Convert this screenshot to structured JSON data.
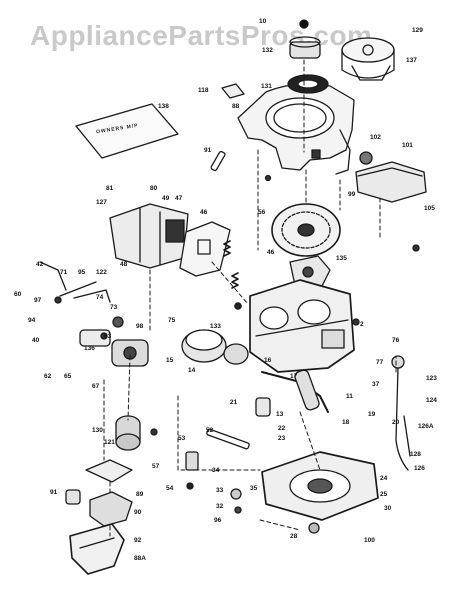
{
  "watermark": "AppliancePartsPros.com",
  "manual_card_text": "OWNERS M/P",
  "part_numbers": [
    {
      "id": "p10",
      "text": "10"
    },
    {
      "id": "p129",
      "text": "129"
    },
    {
      "id": "p132",
      "text": "132"
    },
    {
      "id": "p137",
      "text": "137"
    },
    {
      "id": "p118",
      "text": "118"
    },
    {
      "id": "p131",
      "text": "131"
    },
    {
      "id": "p138",
      "text": "138"
    },
    {
      "id": "p88",
      "text": "88"
    },
    {
      "id": "p102",
      "text": "102"
    },
    {
      "id": "p101",
      "text": "101"
    },
    {
      "id": "p91",
      "text": "91"
    },
    {
      "id": "p99",
      "text": "99"
    },
    {
      "id": "p105",
      "text": "105"
    },
    {
      "id": "p81",
      "text": "81"
    },
    {
      "id": "p80",
      "text": "80"
    },
    {
      "id": "p49",
      "text": "49"
    },
    {
      "id": "p47",
      "text": "47"
    },
    {
      "id": "p127",
      "text": "127"
    },
    {
      "id": "p46a",
      "text": "46"
    },
    {
      "id": "p56",
      "text": "56"
    },
    {
      "id": "p135",
      "text": "135"
    },
    {
      "id": "p46b",
      "text": "46"
    },
    {
      "id": "p42",
      "text": "42"
    },
    {
      "id": "p71",
      "text": "71"
    },
    {
      "id": "p95",
      "text": "95"
    },
    {
      "id": "p122",
      "text": "122"
    },
    {
      "id": "p48",
      "text": "48"
    },
    {
      "id": "p60",
      "text": "60"
    },
    {
      "id": "p74",
      "text": "74"
    },
    {
      "id": "p97",
      "text": "97"
    },
    {
      "id": "p73",
      "text": "73"
    },
    {
      "id": "p94",
      "text": "94"
    },
    {
      "id": "p40",
      "text": "40"
    },
    {
      "id": "p98",
      "text": "98"
    },
    {
      "id": "p75",
      "text": "75"
    },
    {
      "id": "p133",
      "text": "133"
    },
    {
      "id": "p2",
      "text": "2"
    },
    {
      "id": "p76",
      "text": "76"
    },
    {
      "id": "p63",
      "text": "63"
    },
    {
      "id": "p136",
      "text": "136"
    },
    {
      "id": "p62",
      "text": "62"
    },
    {
      "id": "p65",
      "text": "65"
    },
    {
      "id": "p67",
      "text": "67"
    },
    {
      "id": "p15",
      "text": "15"
    },
    {
      "id": "p14",
      "text": "14"
    },
    {
      "id": "p16",
      "text": "16"
    },
    {
      "id": "p17",
      "text": "17"
    },
    {
      "id": "p37",
      "text": "37"
    },
    {
      "id": "p77",
      "text": "77"
    },
    {
      "id": "p123",
      "text": "123"
    },
    {
      "id": "p11",
      "text": "11"
    },
    {
      "id": "p13",
      "text": "13"
    },
    {
      "id": "p124",
      "text": "124"
    },
    {
      "id": "p21",
      "text": "21"
    },
    {
      "id": "p19",
      "text": "19"
    },
    {
      "id": "p18",
      "text": "18"
    },
    {
      "id": "p20",
      "text": "20"
    },
    {
      "id": "p126A",
      "text": "126A"
    },
    {
      "id": "p130",
      "text": "130"
    },
    {
      "id": "p121",
      "text": "121"
    },
    {
      "id": "p52",
      "text": "52"
    },
    {
      "id": "p53",
      "text": "53"
    },
    {
      "id": "p22",
      "text": "22"
    },
    {
      "id": "p23",
      "text": "23"
    },
    {
      "id": "p128",
      "text": "128"
    },
    {
      "id": "p57",
      "text": "57"
    },
    {
      "id": "p54",
      "text": "54"
    },
    {
      "id": "p34",
      "text": "34"
    },
    {
      "id": "p126",
      "text": "126"
    },
    {
      "id": "p89",
      "text": "89"
    },
    {
      "id": "p24",
      "text": "24"
    },
    {
      "id": "p25",
      "text": "25"
    },
    {
      "id": "p33",
      "text": "33"
    },
    {
      "id": "p35",
      "text": "35"
    },
    {
      "id": "p91b",
      "text": "91"
    },
    {
      "id": "p90",
      "text": "90"
    },
    {
      "id": "p32",
      "text": "32"
    },
    {
      "id": "p30",
      "text": "30"
    },
    {
      "id": "p96",
      "text": "96"
    },
    {
      "id": "p28",
      "text": "28"
    },
    {
      "id": "p92",
      "text": "92"
    },
    {
      "id": "p100",
      "text": "100"
    },
    {
      "id": "p88A",
      "text": "88A"
    }
  ]
}
